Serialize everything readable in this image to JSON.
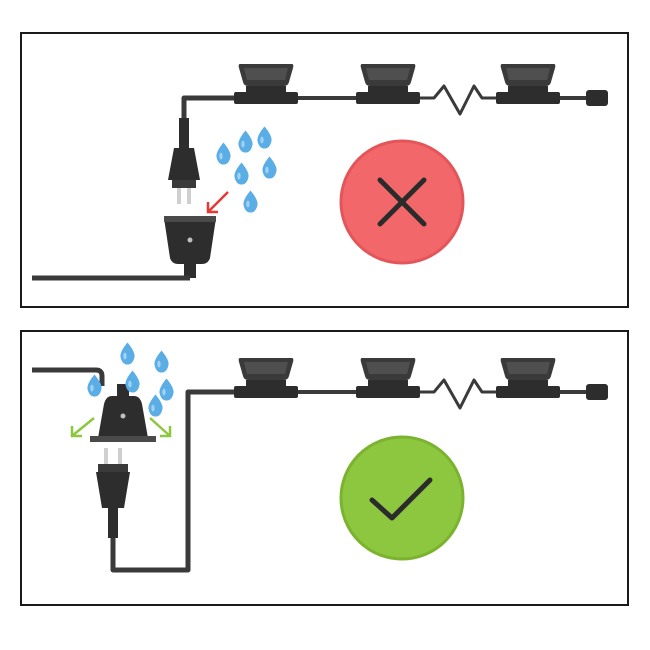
{
  "panels": [
    {
      "id": "incorrect",
      "verdict": "incorrect",
      "indicator_icon": "cross-icon",
      "indicator_color": "#f2686a",
      "indicator_stroke": "#e4555a",
      "drop_count": 6,
      "arrow_color": "#e53935"
    },
    {
      "id": "correct",
      "verdict": "correct",
      "indicator_icon": "checkmark-icon",
      "indicator_color": "#8dc63f",
      "indicator_stroke": "#7bb32e",
      "drop_count": 6,
      "arrow_color": "#8dc63f"
    }
  ],
  "colors": {
    "cable": "#3a3a3a",
    "device_dark": "#2d2d2d",
    "device_mid": "#4a4a4a",
    "device_light": "#6b6b6b",
    "water_drop": "#5aaee5",
    "pins": "#cfcfcf"
  },
  "string_lights": {
    "bulb_count": 3,
    "has_spring_section": true,
    "end_connector": "end-cap"
  }
}
